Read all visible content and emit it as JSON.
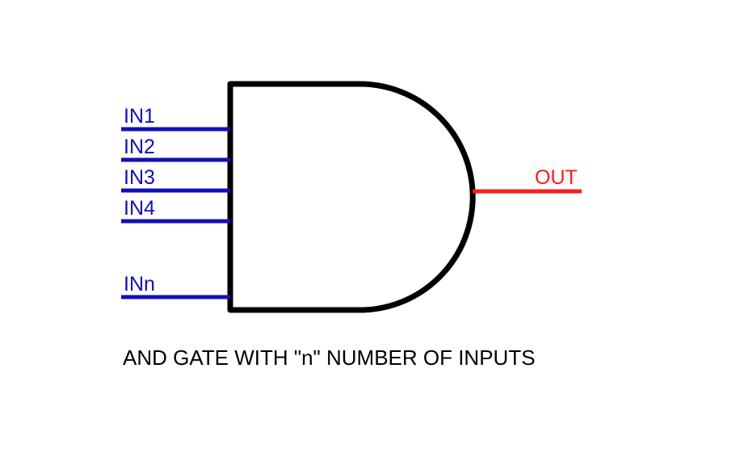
{
  "diagram": {
    "title": "AND GATE WITH \"n\" NUMBER OF INPUTS",
    "gate_type": "AND",
    "inputs": [
      {
        "label": "IN1"
      },
      {
        "label": "IN2"
      },
      {
        "label": "IN3"
      },
      {
        "label": "IN4"
      },
      {
        "label": "INn"
      }
    ],
    "output": {
      "label": "OUT"
    },
    "colors": {
      "input_wire": "#1010b8",
      "output_wire": "#ff1a1a",
      "gate_outline": "#000000",
      "caption": "#000000"
    }
  }
}
